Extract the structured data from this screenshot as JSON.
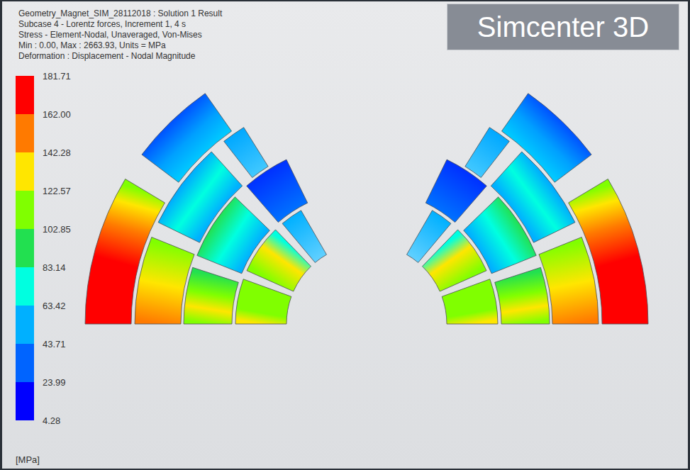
{
  "diagram": {
    "nodes": [
      {
        "text": [
          "Simcenter 3D"
        ]
      }
    ],
    "labels": [
      "Geometry_Magnet_SIM_28112018 : Solution 1 Result",
      "Subcase 4 - Lorentz forces, Increment 1, 4 s",
      "Stress - Element-Nodal, Unaveraged, Von-Mises",
      "Min : 0.00, Max : 2663.93, Units = MPa",
      "Deformation : Displacement - Nodal Magnitude",
      "4.28",
      "[MPa]"
    ],
    "legend": [
      {
        "text": "181.71",
        "color": "#ff0000"
      },
      {
        "text": "162.00",
        "color": "#ff7a00"
      },
      {
        "text": "142.28",
        "color": "#ffe600"
      },
      {
        "text": "122.57",
        "color": "#80ff00"
      },
      {
        "text": "102.85",
        "color": "#22e050"
      },
      {
        "text": "83.14",
        "color": "#00ffe0"
      },
      {
        "text": "63.42",
        "color": "#00b0ff"
      },
      {
        "text": "43.71",
        "color": "#0064ff"
      },
      {
        "text": "23.99",
        "color": "#0000ff"
      }
    ]
  }
}
